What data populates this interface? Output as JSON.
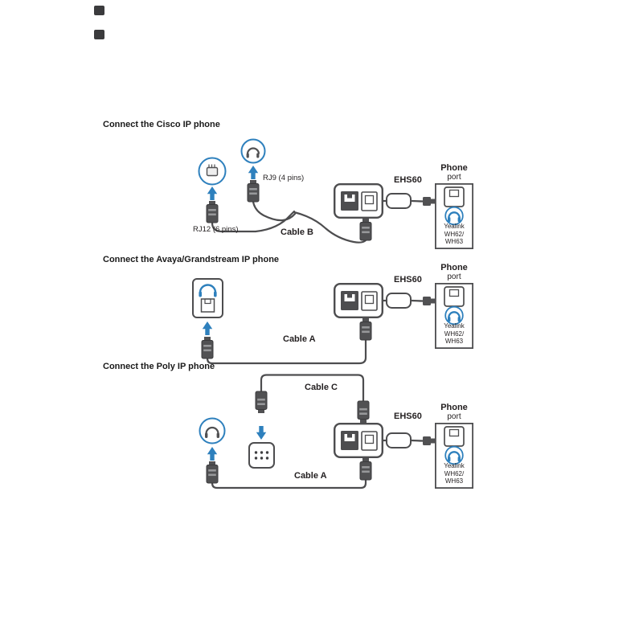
{
  "colors": {
    "background": "#ffffff",
    "line_gray": "#4d4d4f",
    "connector_gray": "#515153",
    "accent_blue": "#2e80bd",
    "text": "#231f20"
  },
  "shared": {
    "ehs60_label": "EHS60",
    "phone_label": "Phone",
    "port_label": "port",
    "headset_label": {
      "line1": "Yealink",
      "line2": "WH62/",
      "line3": "WH63"
    }
  },
  "sections": [
    {
      "id": "cisco",
      "title": "Connect the Cisco IP phone",
      "labels": {
        "rj9": "RJ9 (4 pins)",
        "rj12": "RJ12 (6 pins)",
        "cable_b": "Cable B"
      }
    },
    {
      "id": "avaya-grandstream",
      "title": "Connect the Avaya/Grandstream IP phone",
      "labels": {
        "cable_a": "Cable A"
      }
    },
    {
      "id": "poly",
      "title": "Connect the Poly IP phone",
      "labels": {
        "cable_c": "Cable C",
        "cable_a": "Cable A"
      }
    }
  ],
  "icons": {
    "up_arrow": "solid blue arrow",
    "handset": "telephone handset glyph",
    "rj_plug": "modular RJ plug glyph",
    "headset": "headset glyph in circle",
    "ehs60_adapter": "EHS60 adapter box with two ports",
    "phone_port_box": "base station phone port panel",
    "ehs_port_dots": "EHS pin port with dots"
  }
}
